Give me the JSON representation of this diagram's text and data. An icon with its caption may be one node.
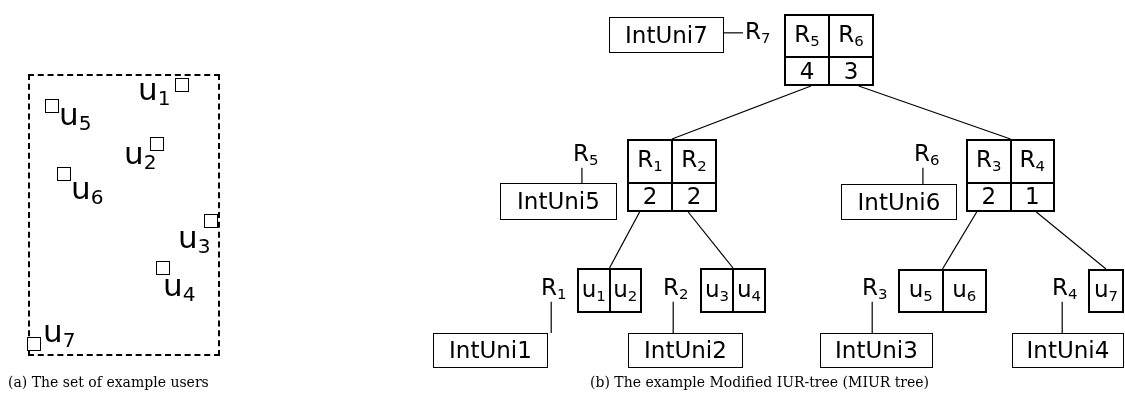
{
  "diagram": {
    "nodes": [
      {
        "text": [],
        "shape": "box"
      },
      {
        "text": [],
        "shape": "box",
        "in": 0,
        "beside": [
          "u$_{1}$"
        ]
      },
      {
        "text": [],
        "shape": "box",
        "in": 0,
        "beside": [
          "u$_{5}$"
        ]
      },
      {
        "text": [],
        "shape": "box",
        "in": 0,
        "beside": [
          "u$_{2}$"
        ]
      },
      {
        "text": [],
        "shape": "box",
        "in": 0,
        "beside": [
          "u$_{6}$"
        ]
      },
      {
        "text": [],
        "shape": "box",
        "in": 0,
        "beside": [
          "u$_{3}$"
        ]
      },
      {
        "text": [],
        "shape": "box",
        "in": 0,
        "beside": [
          "u$_{4}$"
        ]
      },
      {
        "text": [],
        "shape": "box",
        "in": 0,
        "beside": [
          "u$_{7}$"
        ]
      },
      {
        "text": [
          "IntUni7"
        ]
      },
      {
        "text": [
          "R$_{7}$"
        ]
      },
      {
        "text": [
          "R$_{5}$",
          "R$_{6}$",
          "4",
          "3"
        ]
      },
      {
        "text": [
          "R$_{5}$"
        ]
      },
      {
        "text": [
          "IntUni5"
        ]
      },
      {
        "text": [
          "R$_{1}$",
          "R$_{2}$",
          "2",
          "2"
        ]
      },
      {
        "text": [
          "R$_{6}$"
        ]
      },
      {
        "text": [
          "IntUni6"
        ]
      },
      {
        "text": [
          "R$_{3}$",
          "R$_{4}$",
          "2",
          "1"
        ]
      },
      {
        "text": [
          "R$_{1}$"
        ]
      },
      {
        "text": [
          "u$_{1}$",
          "u$_{2}$"
        ]
      },
      {
        "text": [
          "IntUni1"
        ]
      },
      {
        "text": [
          "R$_{2}$"
        ]
      },
      {
        "text": [
          "u$_{3}$",
          "u$_{4}$"
        ]
      },
      {
        "text": [
          "IntUni2"
        ]
      },
      {
        "text": [
          "R$_{3}$"
        ]
      },
      {
        "text": [
          "u$_{5}$",
          "u$_{6}$"
        ]
      },
      {
        "text": [
          "IntUni3"
        ]
      },
      {
        "text": [
          "R$_{4}$"
        ]
      },
      {
        "text": [
          "u$_{7}$"
        ]
      },
      {
        "text": [
          "IntUni4"
        ]
      }
    ],
    "edges": [
      {
        "from": 9,
        "to": 8,
        "arrow": "none"
      },
      {
        "from": 10,
        "to": 13,
        "arrow": "none"
      },
      {
        "from": 10,
        "to": 16,
        "arrow": "none"
      },
      {
        "from": 11,
        "to": 12,
        "arrow": "none"
      },
      {
        "from": 14,
        "to": 15,
        "arrow": "none"
      },
      {
        "from": 13,
        "to": 18,
        "arrow": "none"
      },
      {
        "from": 13,
        "to": 21,
        "arrow": "none"
      },
      {
        "from": 16,
        "to": 24,
        "arrow": "none"
      },
      {
        "from": 16,
        "to": 27,
        "arrow": "none"
      },
      {
        "from": 17,
        "to": 19,
        "arrow": "none"
      },
      {
        "from": 20,
        "to": 22,
        "arrow": "none"
      },
      {
        "from": 23,
        "to": 25,
        "arrow": "none"
      },
      {
        "from": 26,
        "to": 28,
        "arrow": "none"
      }
    ],
    "labels": [
      "(a) The set of example users",
      "(b) The example Modified IUR-tree (MIUR tree)"
    ]
  }
}
